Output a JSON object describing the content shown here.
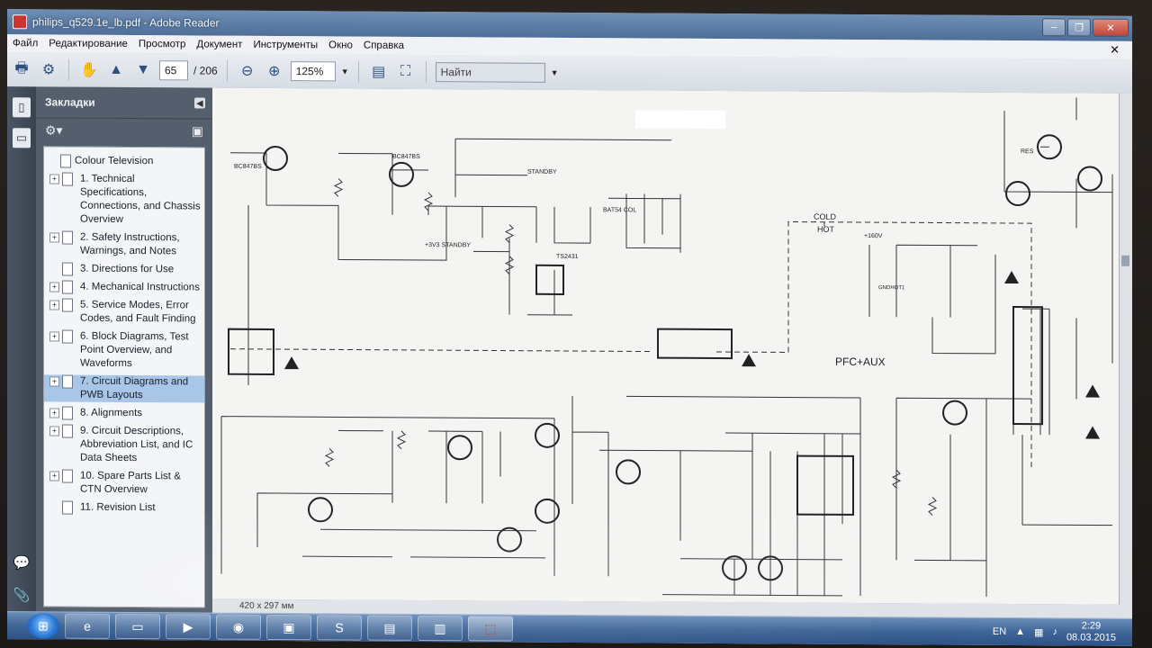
{
  "window": {
    "title": "philips_q529.1e_lb.pdf - Adobe Reader"
  },
  "menu": [
    "Файл",
    "Редактирование",
    "Просмотр",
    "Документ",
    "Инструменты",
    "Окно",
    "Справка"
  ],
  "toolbar": {
    "page_current": "65",
    "page_total": "/ 206",
    "zoom": "125%",
    "find_label": "Найти"
  },
  "bookmarks": {
    "title": "Закладки",
    "items": [
      {
        "label": "Colour Television",
        "expandable": false
      },
      {
        "label": "1. Technical Specifications, Connections, and Chassis Overview",
        "expandable": true
      },
      {
        "label": "2. Safety Instructions, Warnings, and Notes",
        "expandable": true
      },
      {
        "label": "3. Directions for Use",
        "expandable": false
      },
      {
        "label": "4. Mechanical Instructions",
        "expandable": true
      },
      {
        "label": "5. Service Modes, Error Codes, and Fault Finding",
        "expandable": true
      },
      {
        "label": "6. Block Diagrams, Test Point Overview, and Waveforms",
        "expandable": true
      },
      {
        "label": "7. Circuit Diagrams and PWB Layouts",
        "expandable": true
      },
      {
        "label": "8. Alignments",
        "expandable": true
      },
      {
        "label": "9. Circuit Descriptions, Abbreviation List, and IC Data Sheets",
        "expandable": true
      },
      {
        "label": "10. Spare Parts List & CTN Overview",
        "expandable": true
      },
      {
        "label": "11. Revision List",
        "expandable": false
      }
    ]
  },
  "schematic": {
    "labels": {
      "standby": "STANDBY",
      "v3v3": "+3V3 STANDBY",
      "cold": "COLD",
      "hot": "HOT",
      "v160": "+160V",
      "pfc": "PFC+AUX",
      "bc_a": "BC847BS",
      "bc_b": "BC847BS",
      "res": "RES",
      "tl431": "TS2431",
      "bat": "BAT54 COL",
      "gndhot": "GNDHOT1"
    }
  },
  "statusbar": {
    "page_size": "420 x 297 мм"
  },
  "taskbar": {
    "language": "EN",
    "time": "2:29",
    "date": "08.03.2015"
  }
}
